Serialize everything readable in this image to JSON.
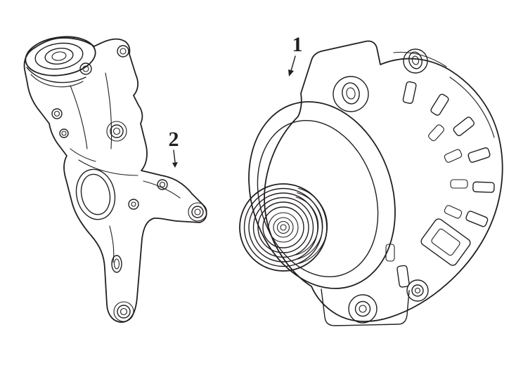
{
  "page": {
    "background": "#ffffff",
    "line_color": "#231f20"
  },
  "callouts": [
    {
      "label": "1",
      "part": "alternator"
    },
    {
      "label": "2",
      "part": "mounting-bracket"
    }
  ]
}
